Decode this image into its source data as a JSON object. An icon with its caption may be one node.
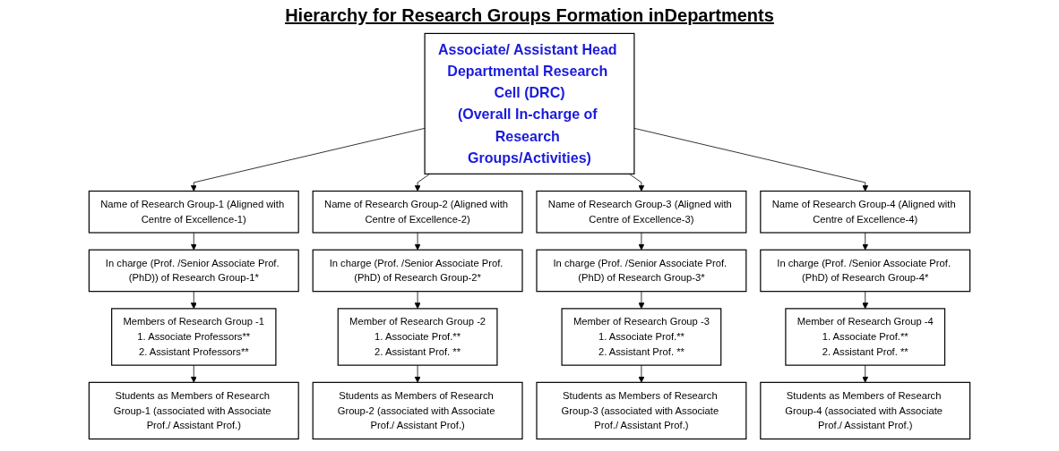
{
  "diagram": {
    "title": "Hierarchy for Research Groups Formation inDepartments",
    "nodes": [
      {
        "text": [
          "Associate/ Assistant Head Departmental Research Cell (DRC)",
          "(Overall In-charge of Research Groups/Activities)"
        ]
      },
      {
        "text": [
          "Name of Research Group-1 (Aligned with Centre of Excellence-1)"
        ]
      },
      {
        "text": [
          "Name of Research Group-2 (Aligned with Centre of Excellence-2)"
        ]
      },
      {
        "text": [
          "Name of Research Group-3 (Aligned with Centre of Excellence-3)"
        ]
      },
      {
        "text": [
          "Name of Research Group-4 (Aligned with Centre of Excellence-4)"
        ]
      },
      {
        "text": [
          "In charge (Prof. /Senior Associate Prof. (PhD)) of Research Group-1*"
        ]
      },
      {
        "text": [
          "In charge (Prof. /Senior Associate Prof. (PhD) of Research Group-2*"
        ]
      },
      {
        "text": [
          "In charge (Prof. /Senior Associate Prof. (PhD) of Research Group-3*"
        ]
      },
      {
        "text": [
          "In charge (Prof. /Senior Associate Prof. (PhD) of Research Group-4*"
        ]
      },
      {
        "text": [
          "Members of Research Group -1",
          "1. Associate Professors**",
          "2. Assistant Professors**"
        ]
      },
      {
        "text": [
          "Member of Research Group -2",
          "1. Associate Prof.**",
          "2. Assistant Prof. **"
        ]
      },
      {
        "text": [
          "Member of Research Group -3",
          "1. Associate Prof.**",
          "2. Assistant Prof. **"
        ]
      },
      {
        "text": [
          "Member of Research Group -4",
          "1. Associate Prof.**",
          "2. Assistant Prof. **"
        ]
      },
      {
        "text": [
          "Students as Members of Research Group-1 (associated with Associate Prof./ Assistant Prof.)"
        ]
      },
      {
        "text": [
          "Students as Members of Research Group-2 (associated with Associate Prof./ Assistant Prof.)"
        ]
      },
      {
        "text": [
          "Students as Members of Research Group-3 (associated with Associate Prof./ Assistant Prof.)"
        ]
      },
      {
        "text": [
          "Students as Members of Research Group-4 (associated with Associate Prof./ Assistant Prof.)"
        ]
      }
    ],
    "edges": [
      {
        "from": 0,
        "to": 1,
        "arrow": "to"
      },
      {
        "from": 0,
        "to": 2,
        "arrow": "to"
      },
      {
        "from": 0,
        "to": 3,
        "arrow": "to"
      },
      {
        "from": 0,
        "to": 4,
        "arrow": "to"
      },
      {
        "from": 1,
        "to": 5,
        "arrow": "to"
      },
      {
        "from": 2,
        "to": 6,
        "arrow": "to"
      },
      {
        "from": 3,
        "to": 7,
        "arrow": "to"
      },
      {
        "from": 4,
        "to": 8,
        "arrow": "to"
      },
      {
        "from": 5,
        "to": 9,
        "arrow": "to"
      },
      {
        "from": 6,
        "to": 10,
        "arrow": "to"
      },
      {
        "from": 7,
        "to": 11,
        "arrow": "to"
      },
      {
        "from": 8,
        "to": 12,
        "arrow": "to"
      },
      {
        "from": 9,
        "to": 13,
        "arrow": "to"
      },
      {
        "from": 10,
        "to": 14,
        "arrow": "to"
      },
      {
        "from": 11,
        "to": 15,
        "arrow": "to"
      },
      {
        "from": 12,
        "to": 16,
        "arrow": "to"
      }
    ]
  }
}
